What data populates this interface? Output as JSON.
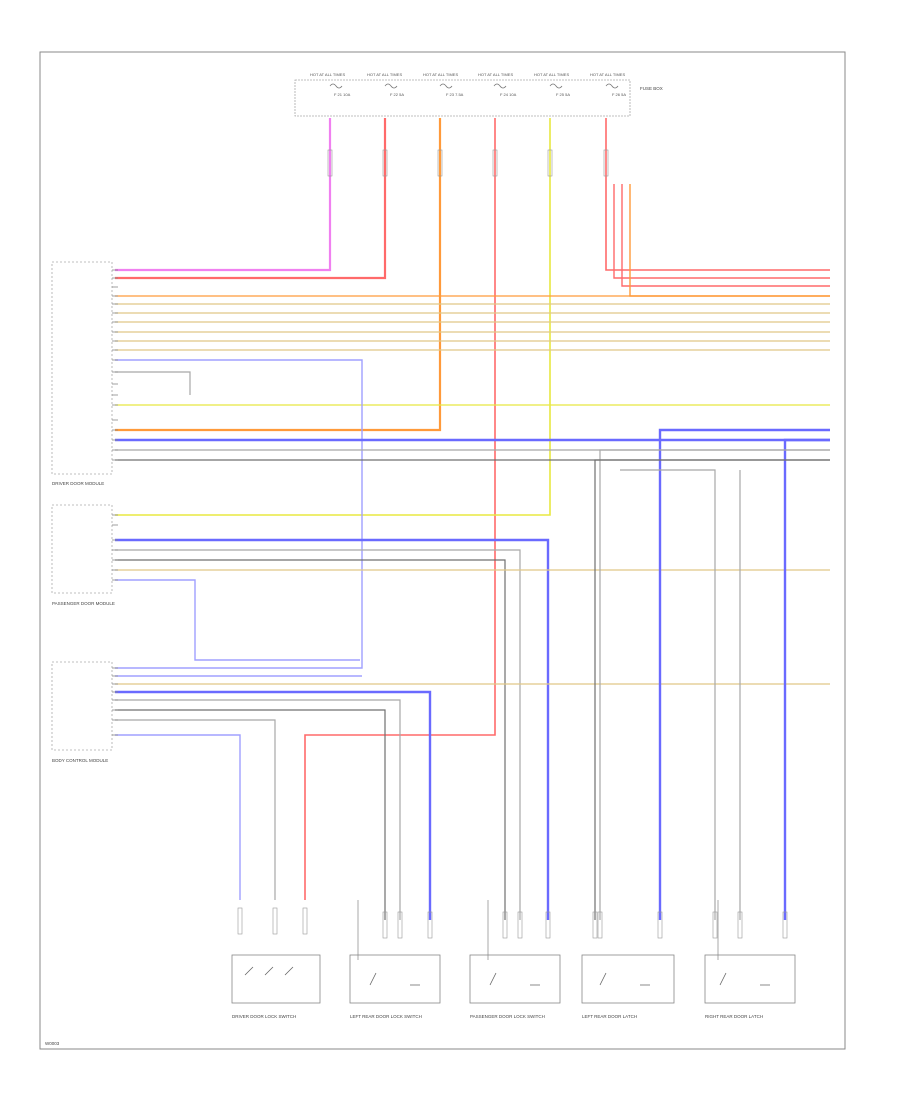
{
  "diagram": {
    "fuses": [
      {
        "top": "HOT AT ALL TIMES",
        "label": "F 21 10A"
      },
      {
        "top": "HOT AT ALL TIMES",
        "label": "F 22 5A"
      },
      {
        "top": "HOT AT ALL TIMES",
        "label": "F 23 7.5A"
      },
      {
        "top": "HOT AT ALL TIMES",
        "label": "F 24 10A"
      },
      {
        "top": "HOT AT ALL TIMES",
        "label": "F 25 5A"
      },
      {
        "top": "HOT AT ALL TIMES",
        "label": "F 26 5A"
      }
    ],
    "fuse_box_label": "FUSE BOX",
    "modules": [
      {
        "label": "DRIVER DOOR MODULE"
      },
      {
        "label": "PASSENGER DOOR MODULE"
      },
      {
        "label": "BODY CONTROL MODULE"
      }
    ],
    "switches": [
      {
        "label": "DRIVER DOOR LOCK SWITCH"
      },
      {
        "label": "LEFT REAR DOOR LOCK SWITCH"
      },
      {
        "label": "PASSENGER DOOR LOCK SWITCH"
      },
      {
        "label": "LEFT REAR DOOR LATCH"
      },
      {
        "label": "RIGHT REAR DOOR LATCH"
      }
    ],
    "wire_colors": {
      "pink": "#f080f0",
      "red": "#ff6a6a",
      "orange": "#ff9a3a",
      "tan": "#e0c888",
      "yellow": "#e8e840",
      "blue": "#6a6aff",
      "gray": "#a8a8a8",
      "darkgray": "#707070",
      "lightblue": "#a0a0ff",
      "frame": "#8a8a8a"
    },
    "footer_code": "W0003"
  }
}
